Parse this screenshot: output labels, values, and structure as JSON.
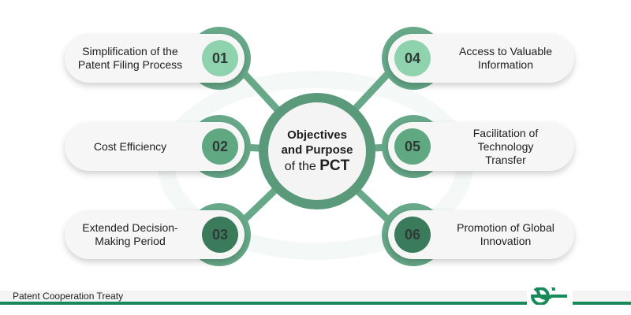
{
  "center": {
    "line1": "Objectives",
    "line2": "and Purpose",
    "line3_prefix": "of the",
    "line3_bold": "PCT"
  },
  "items": [
    {
      "number": "01",
      "label_lines": [
        "Simplification of the",
        "Patent Filing Process"
      ],
      "color": "#8fd3ae"
    },
    {
      "number": "02",
      "label_lines": [
        "Cost Efficiency"
      ],
      "color": "#5fa882"
    },
    {
      "number": "03",
      "label_lines": [
        "Extended Decision-",
        "Making Period"
      ],
      "color": "#3a7b5b"
    },
    {
      "number": "04",
      "label_lines": [
        "Access to Valuable",
        "Information"
      ],
      "color": "#8fd3ae"
    },
    {
      "number": "05",
      "label_lines": [
        "Facilitation of",
        "Technology",
        "Transfer"
      ],
      "color": "#5fa882"
    },
    {
      "number": "06",
      "label_lines": [
        "Promotion of Global",
        "Innovation"
      ],
      "color": "#3a7b5b"
    }
  ],
  "footer": {
    "caption": "Patent Cooperation Treaty",
    "logo": "GG-logo"
  },
  "colors": {
    "connector": "#66a888",
    "ring": "#5a9a7a",
    "footer_line": "#178a5a"
  }
}
